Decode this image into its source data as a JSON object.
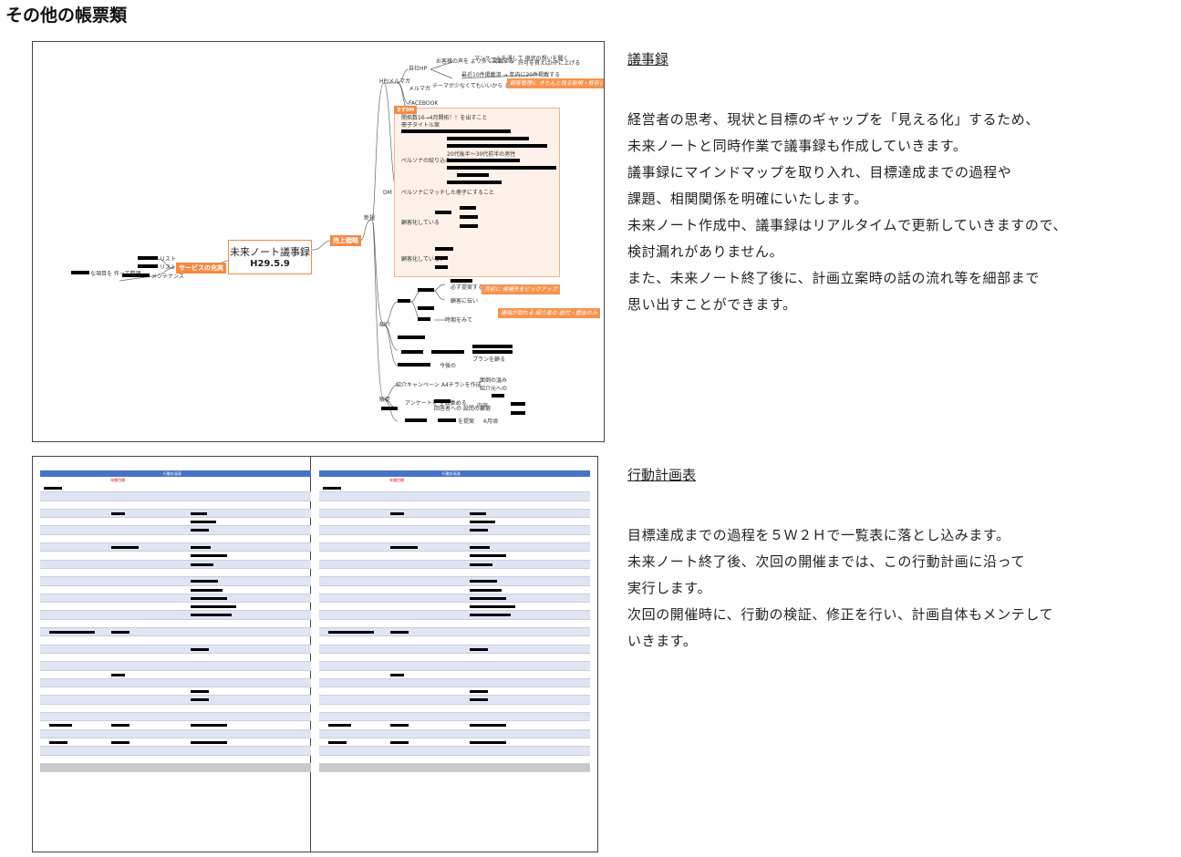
{
  "page": {
    "title": "その他の帳票類"
  },
  "minutes": {
    "heading": "議事録",
    "lines": [
      "経営者の思考、現状と目標のギャップを「見える化」するため、",
      "未来ノートと同時作業で議事録も作成していきます。",
      "議事録にマインドマップを取り入れ、目標達成までの過程や",
      "課題、相関関係を明確にいたします。",
      "未来ノート作成中、議事録はリアルタイムで更新していきますので、",
      "検討漏れがありません。",
      "また、未来ノート終了後に、計画立案時の話の流れ等を細部まで",
      "思い出すことができます。"
    ]
  },
  "plan": {
    "heading": "行動計画表",
    "lines": [
      "目標達成までの過程を５Ｗ２Ｈで一覧表に落とし込みます。",
      "未来ノート終了後、次回の開催までは、この行動計画に沿って",
      "実行します。",
      "次回の開催時に、行動の検証、修正を行い、計画自体もメンテして",
      "いきます。"
    ]
  },
  "mindmap": {
    "root_title": "未来ノート議事録",
    "root_date": "H29.5.9",
    "branch_sales": "売上戦略",
    "branch_service": "サービスの充実",
    "new_label": "新規",
    "intro_label": "紹介",
    "promo_label": "販促",
    "hp": "HP/メルマガ",
    "company_hp": "自社HP",
    "hp_note": "お客様の声を より多く掲載する",
    "hp_note2": "アンケートを通して 現状の想いを聞く",
    "hp_note3": "許可を貰えばHPに上げる",
    "hp_note4": "最近10件掲載済 → 年内に20件掲載する",
    "mailmag": "メルマガ",
    "mailmag_note": "テーマが少なくてもいいから とりあえず始めてみる",
    "mailmag_action": "顧客管理に きちんと残る新規・既存ジャンアンを 登録する",
    "facebook": "FACEBOOK",
    "dm": "DM",
    "dm_box_label": "まずDM",
    "dm_note1": "開拓数16→4月開拓！！を出すこと",
    "dm_note2": "冊子タイトル案",
    "persona": "ペルソナの絞り込み",
    "persona_note": "20代後半〜30代前半の男性",
    "persona_note2": "ペルソナにマッチした冊子にすること",
    "existing_have": "顧客化している",
    "existing_not": "顧客化していない",
    "intro_note1": "必ず提案する",
    "intro_note2": "顧客に伝い",
    "intro_note3": "時期をみて",
    "intro_callout1": "月初に 候補先をピックアップ",
    "intro_callout2": "連絡が取れる 紹介者の 送付・提出のみ",
    "plan_label": "プランを顧る",
    "next_label": "今後の",
    "campaign": "紹介キャンペーン",
    "campaign2": "A4チラシを作成",
    "campaign_note": "面倒の温み",
    "campaign_note2": "紹介元への",
    "survey": "アンケートを 全員集める",
    "survey_note": "回答者への 設問の厳選",
    "survey_note2": "内容",
    "survey_note3": "を提案",
    "survey_note4": "6月頃",
    "service1": "リスト",
    "service2": "リスト",
    "service3": "メンテナンス",
    "service_left": "な項目を 作って整理"
  },
  "sheets": {
    "header_text": "行動計画表",
    "goal": "年間目標"
  },
  "colors": {
    "accent": "#f58a42",
    "sheet_header": "#4673c4",
    "sheet_alt": "#dfe5f3"
  }
}
